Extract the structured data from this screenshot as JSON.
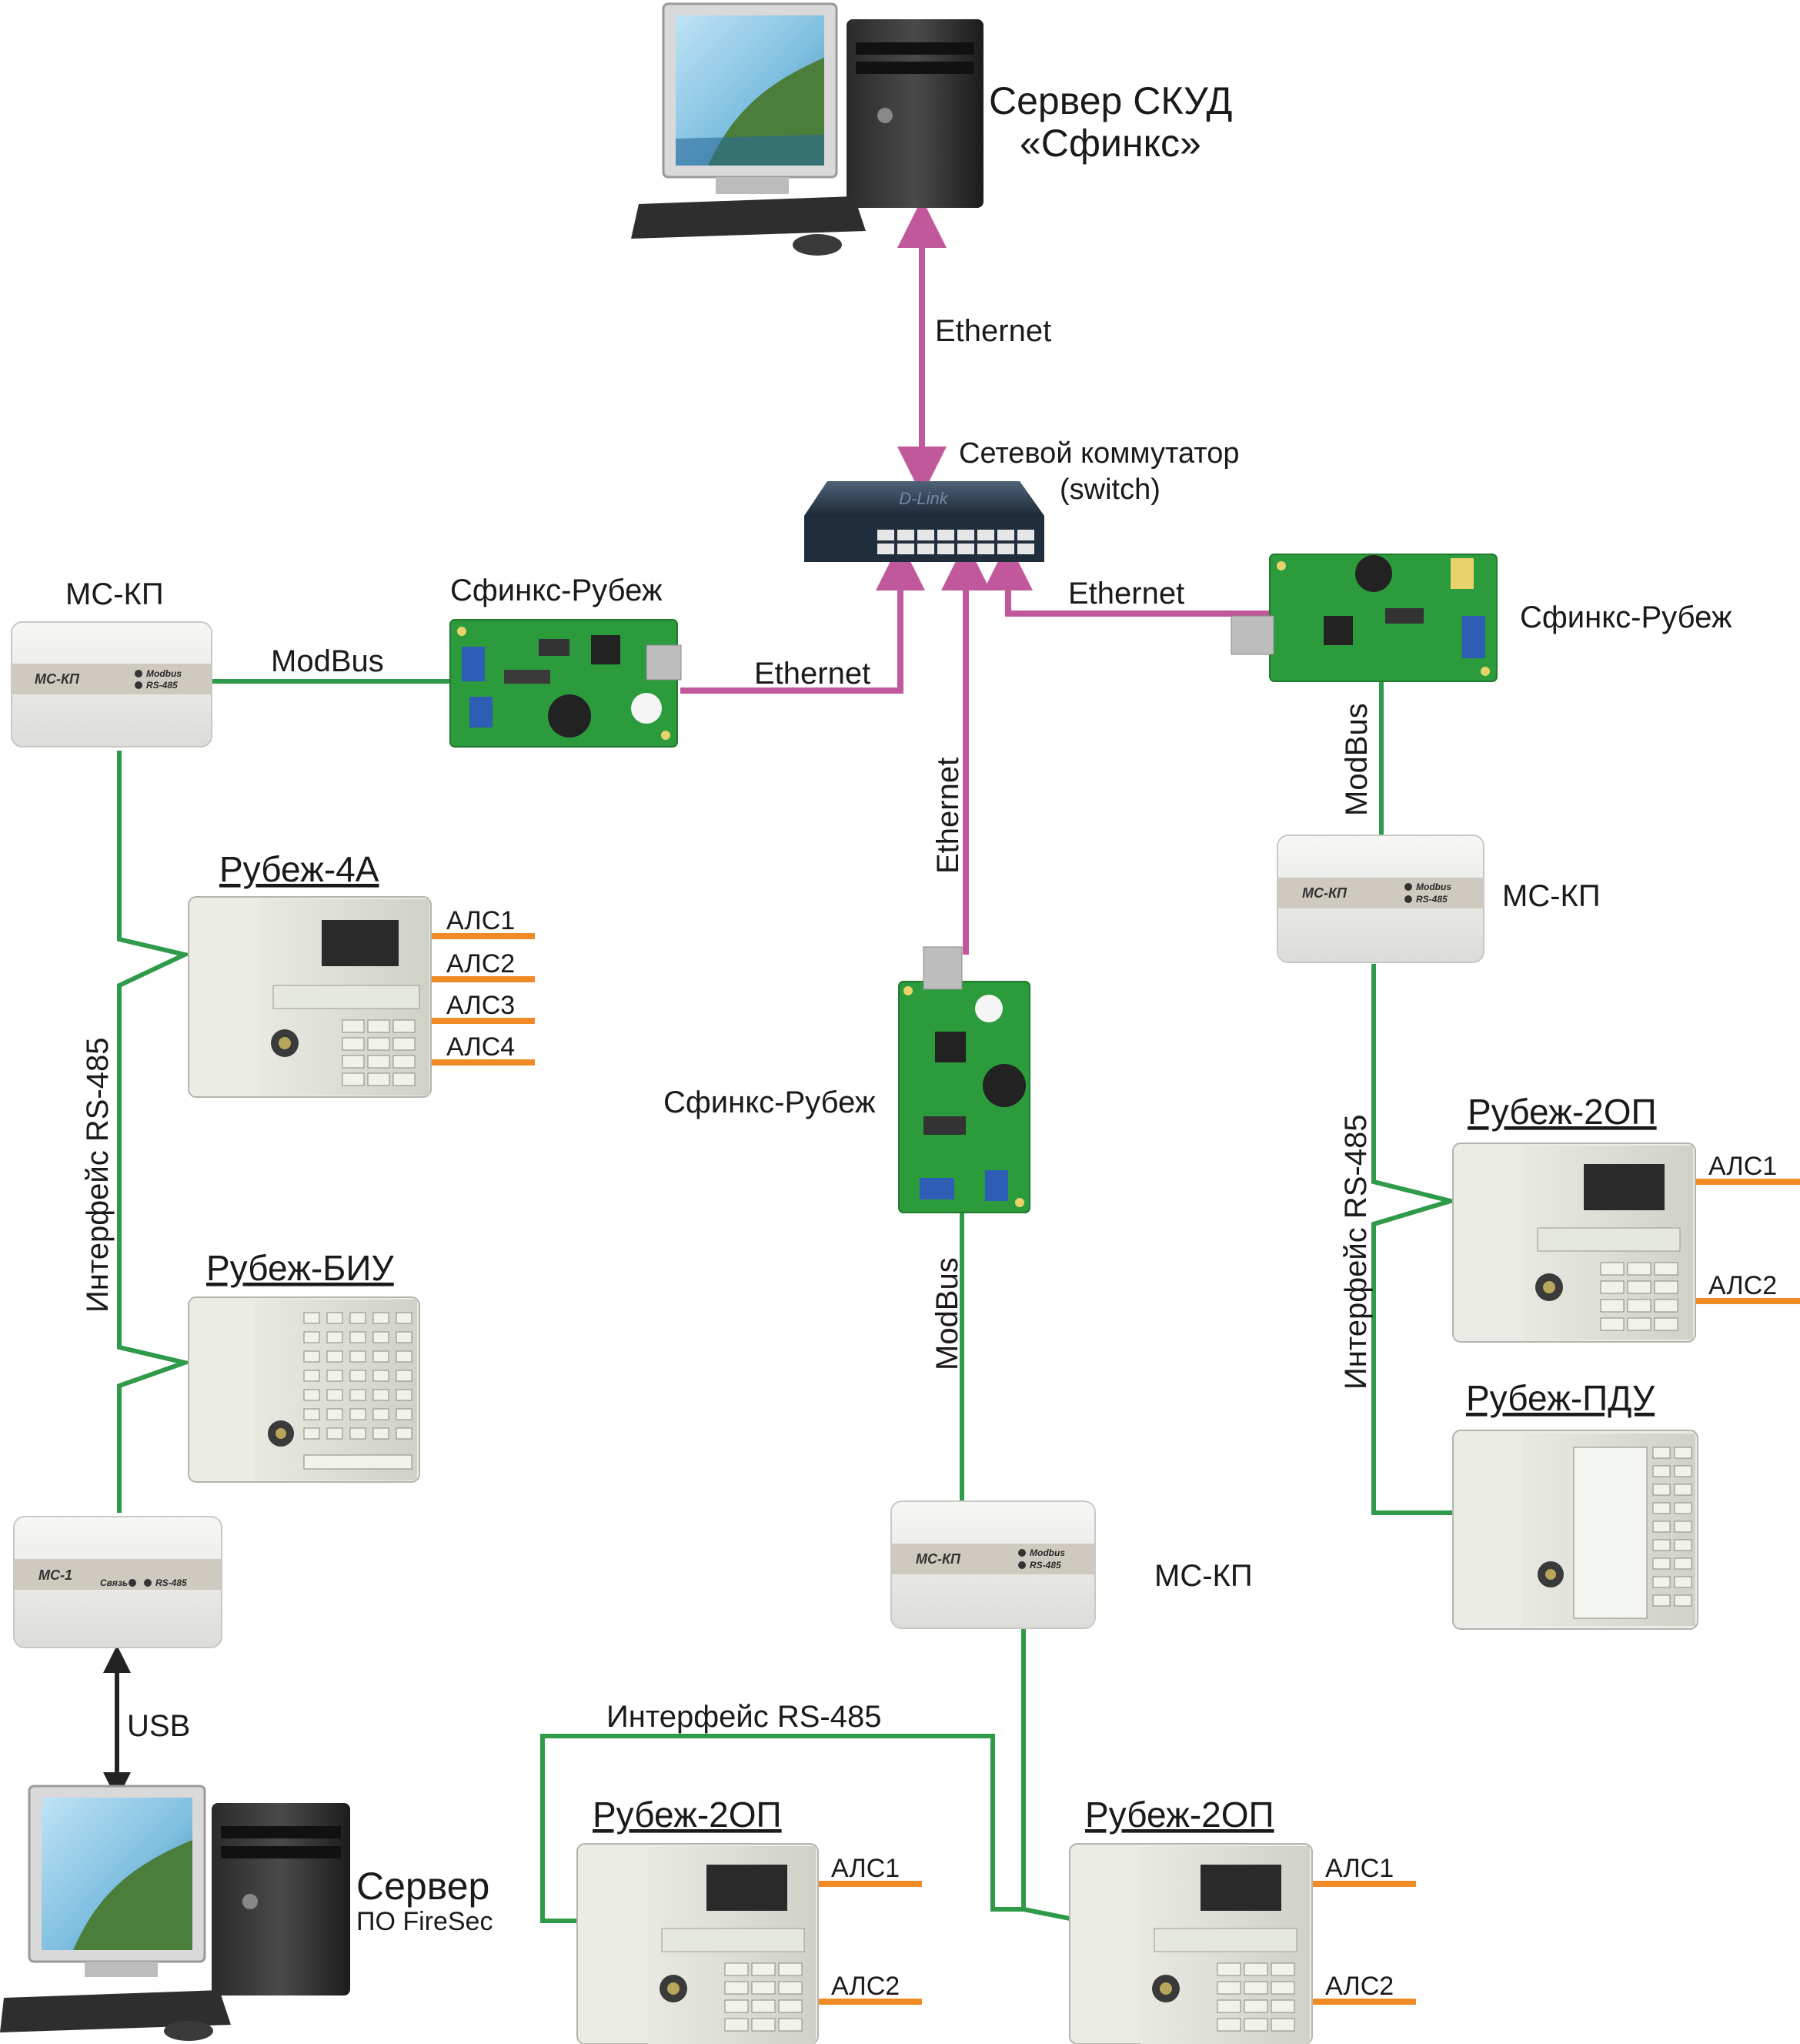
{
  "colors": {
    "ethernet": "#c2589c",
    "modbus": "#2f9a4a",
    "als": "#f08a24",
    "usb": "#222222",
    "board": "#2b9b3c"
  },
  "labels": {
    "server_skud_line1": "Сервер СКУД",
    "server_skud_line2": "«Сфинкс»",
    "switch_line1": "Сетевой коммутатор",
    "switch_line2": "(switch)",
    "switch_brand": "D-Link",
    "eth_top": "Ethernet",
    "eth_left": "Ethernet",
    "eth_right": "Ethernet",
    "eth_center": "Ethernet",
    "sfinx_left": "Сфинкс-Рубеж",
    "sfinx_right": "Сфинкс-Рубеж",
    "sfinx_center": "Сфинкс-Рубеж",
    "mskp_left": "МС-КП",
    "mskp_right": "МС-КП",
    "mskp_center": "МС-КП",
    "mskp_face": "МС-КП",
    "modbus_left": "ModBus",
    "modbus_right": "ModBus",
    "modbus_center": "ModBus",
    "led_modbus": "Modbus",
    "led_rs485": "RS-485",
    "rs485_left": "Интерфейс RS-485",
    "rs485_right": "Интерфейс RS-485",
    "rs485_bottom": "Интерфейс RS-485",
    "rubezh4a": "Рубеж-4А",
    "rubezh_biu": "Рубеж-БИУ",
    "rubezh2op_right": "Рубеж-2ОП",
    "rubezh_pdu": "Рубеж-ПДУ",
    "rubezh2op_bl": "Рубеж-2ОП",
    "rubezh2op_br": "Рубеж-2ОП",
    "als1_4a": "АЛС1",
    "als2_4a": "АЛС2",
    "als3_4a": "АЛС3",
    "als4_4a": "АЛС4",
    "als1_r": "АЛС1",
    "als2_r": "АЛС2",
    "als1_bl": "АЛС1",
    "als2_bl": "АЛС2",
    "als1_br": "АЛС1",
    "als2_br": "АЛС2",
    "ms1_face": "МС-1",
    "ms1_svyaz": "Связь",
    "ms1_rs485": "RS-485",
    "usb": "USB",
    "firesec_line1": "Сервер",
    "firesec_line2": "ПО FireSec"
  }
}
